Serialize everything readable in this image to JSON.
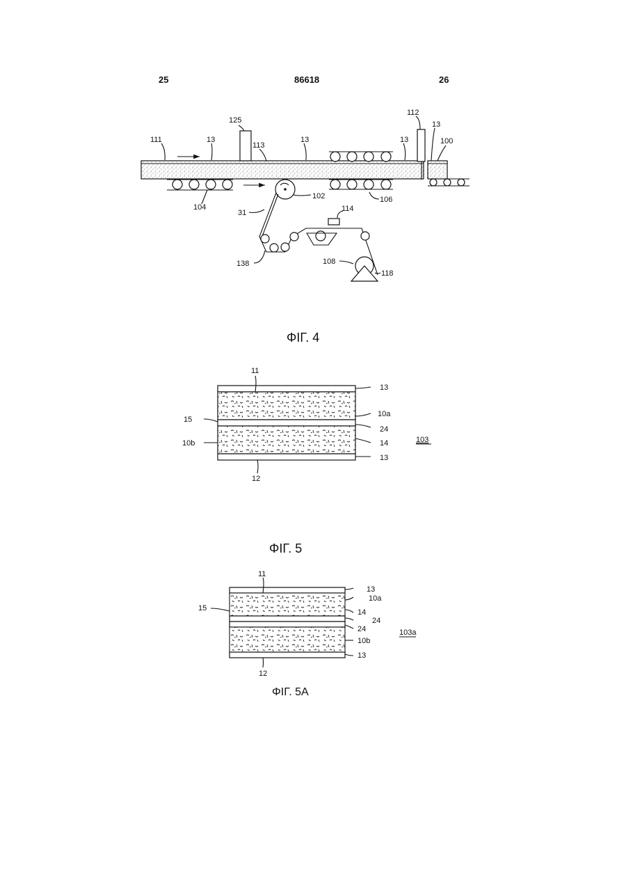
{
  "header": {
    "left_page": "25",
    "patent_number": "86618",
    "right_page": "26"
  },
  "fig4": {
    "caption": "ΦΙΓ. 4",
    "labels": {
      "l125": "125",
      "l112": "112",
      "l13a": "13",
      "l111": "111",
      "l13b": "13",
      "l113": "113",
      "l13c": "13",
      "l13d": "13",
      "l100": "100",
      "l102": "102",
      "l104": "104",
      "l106": "106",
      "l31": "31",
      "l114": "114",
      "l138": "138",
      "l108": "108",
      "l118": "118"
    }
  },
  "fig5": {
    "caption": "ΦΙΓ. 5",
    "ref": "103",
    "labels": {
      "l11": "11",
      "l13top": "13",
      "l15": "15",
      "l10a": "10a",
      "l24": "24",
      "l10b": "10b",
      "l14": "14",
      "l13bot": "13",
      "l12": "12"
    }
  },
  "fig5a": {
    "caption": "ΦΙΓ. 5A",
    "ref": "103a",
    "labels": {
      "l11": "11",
      "l13top": "13",
      "l15": "15",
      "l10a": "10a",
      "l14": "14",
      "l24a": "24",
      "l24b": "24",
      "l10b": "10b",
      "l13bot": "13",
      "l12": "12"
    }
  }
}
